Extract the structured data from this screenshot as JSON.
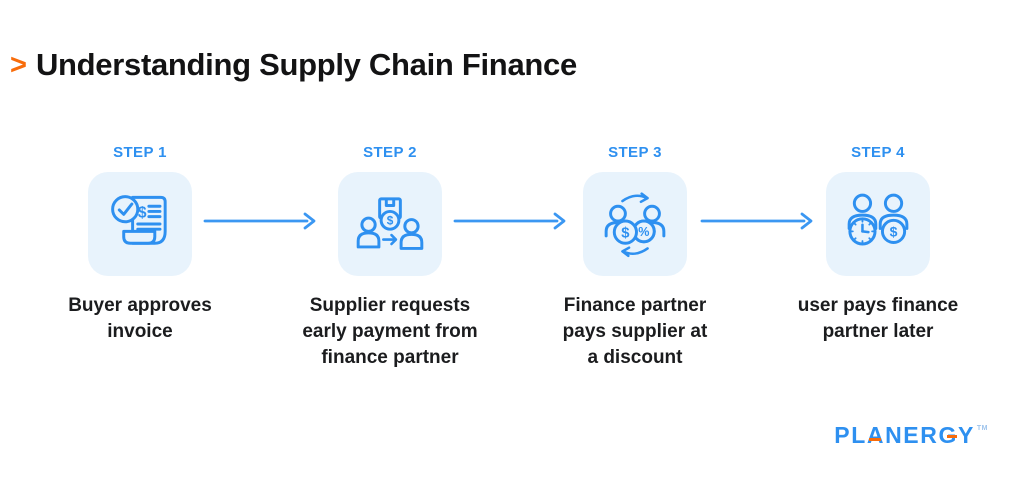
{
  "header": {
    "chevron": ">",
    "title": "Understanding Supply Chain Finance"
  },
  "colors": {
    "accent_blue": "#2E90F0",
    "tile_background_blue": "#E8F3FC",
    "accent_orange": "#F86C0B",
    "text_dark": "#1B1C1E",
    "background": "#FFFFFF"
  },
  "steps": [
    {
      "label": "STEP 1",
      "icon": "invoice-approved-icon",
      "caption": "Buyer approves\ninvoice"
    },
    {
      "label": "STEP 2",
      "icon": "supplier-request-icon",
      "caption": "Supplier requests\nearly payment from\nfinance partner"
    },
    {
      "label": "STEP 3",
      "icon": "discount-exchange-icon",
      "caption": "Finance partner\npays supplier at\na discount"
    },
    {
      "label": "STEP 4",
      "icon": "pay-later-icon",
      "caption": "user pays finance\npartner later"
    }
  ],
  "logo": {
    "part1": "PL",
    "letter_a": "A",
    "part2": "NER",
    "letter_g": "G",
    "part3": "Y",
    "tm": "TM"
  }
}
